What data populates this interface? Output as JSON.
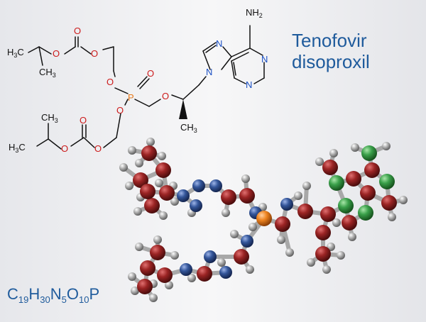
{
  "title": {
    "line1": "Tenofovir",
    "line2": "disoproxil"
  },
  "formula": {
    "parts": [
      {
        "el": "C",
        "n": "19"
      },
      {
        "el": "H",
        "n": "30"
      },
      {
        "el": "N",
        "n": "5"
      },
      {
        "el": "O",
        "n": "10"
      },
      {
        "el": "P",
        "n": ""
      }
    ]
  },
  "labels": {
    "nh2": "NH",
    "nh2_sub": "2",
    "ch3": "CH",
    "ch3_sub": "3",
    "h3c": "H",
    "h3c_sub": "3",
    "h3c_c": "C",
    "o": "O",
    "n": "N",
    "p": "P"
  },
  "colors": {
    "carbon": "#8a1e1e",
    "oxygen": "#2e4a85",
    "nitrogen": "#2e8b3e",
    "phosphorus": "#e87a1c",
    "hydrogen": "#9a9a9a",
    "title": "#1f5b9c",
    "heteroatom_label": "#cc1a1a",
    "nitrogen_label": "#1a4fc4"
  }
}
